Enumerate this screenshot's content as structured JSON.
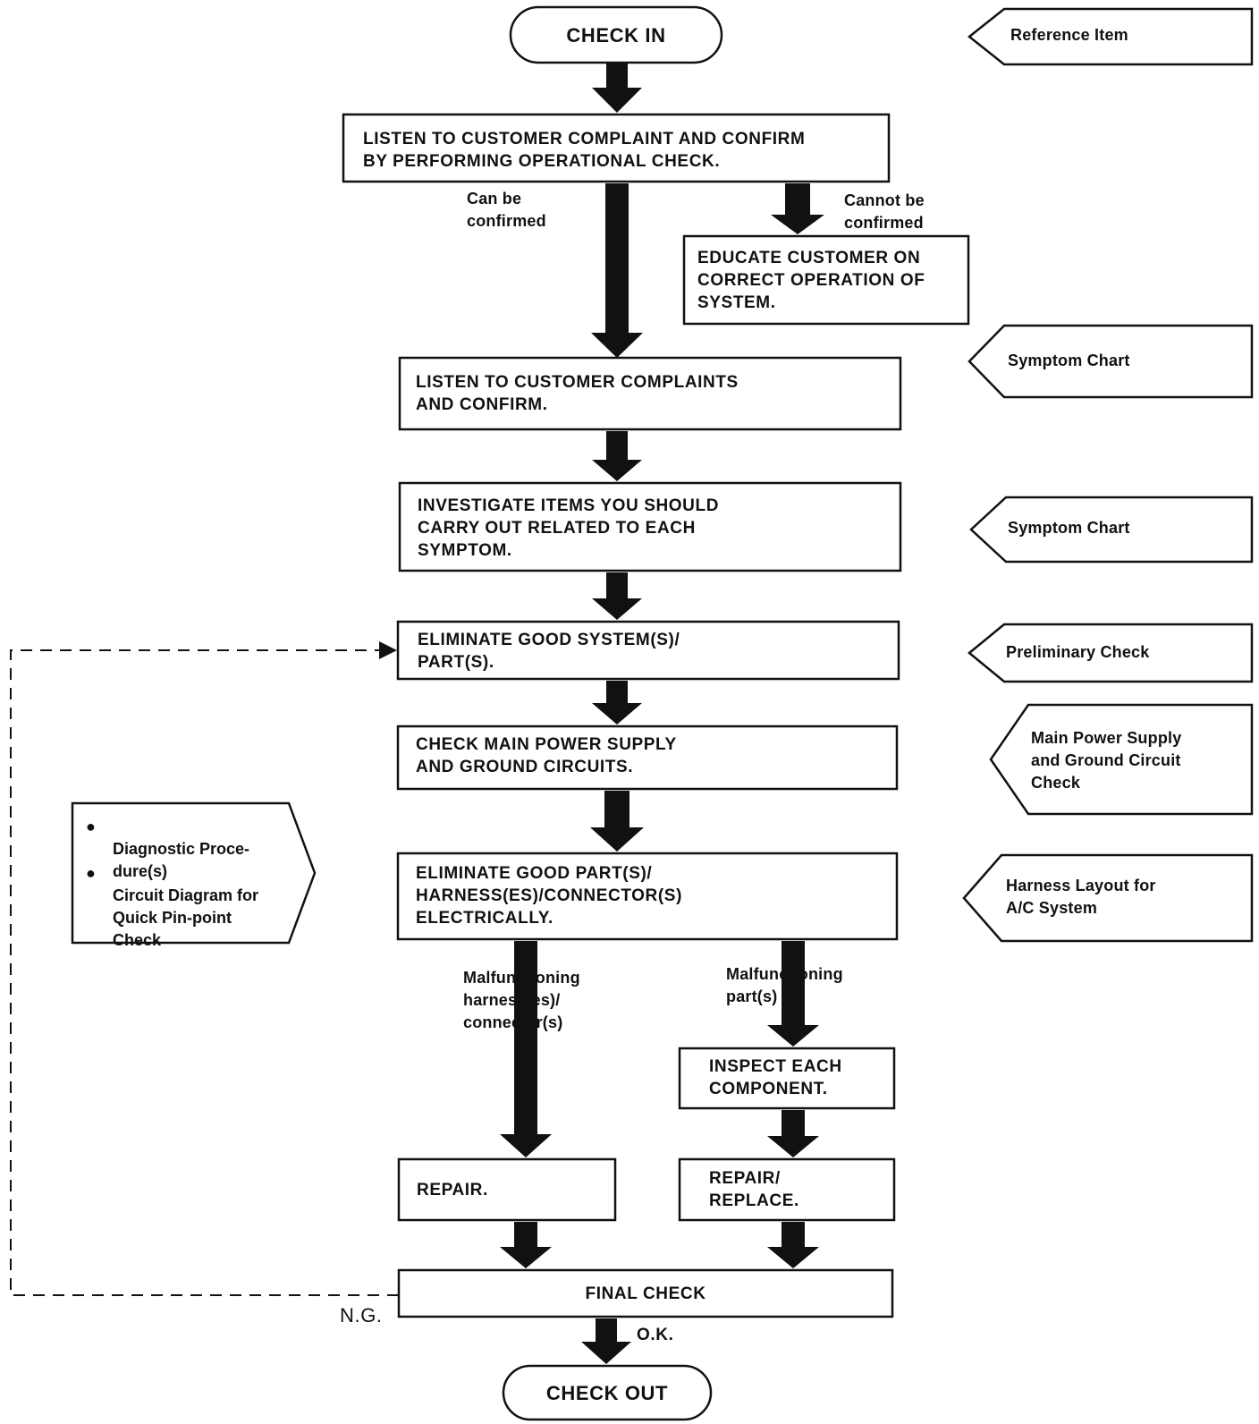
{
  "steps": {
    "check_in": "CHECK IN",
    "listen_confirm": "LISTEN TO CUSTOMER COMPLAINT AND CONFIRM\nBY PERFORMING OPERATIONAL CHECK.",
    "educate": "EDUCATE CUSTOMER ON\nCORRECT OPERATION OF\nSYSTEM.",
    "listen_confirm_2": "LISTEN TO CUSTOMER COMPLAINTS\nAND CONFIRM.",
    "investigate": "INVESTIGATE ITEMS YOU SHOULD\nCARRY OUT RELATED TO EACH\nSYMPTOM.",
    "eliminate_system": "ELIMINATE GOOD SYSTEM(S)/\nPART(S).",
    "check_power": "CHECK MAIN POWER SUPPLY\nAND GROUND CIRCUITS.",
    "eliminate_parts": "ELIMINATE GOOD PART(S)/\nHARNESS(ES)/CONNECTOR(S)\nELECTRICALLY.",
    "inspect": "INSPECT EACH\nCOMPONENT.",
    "repair": "REPAIR.",
    "repair_replace": "REPAIR/\nREPLACE.",
    "final_check": "FINAL CHECK",
    "check_out": "CHECK OUT"
  },
  "branch_labels": {
    "can_confirm": "Can be\nconfirmed",
    "cannot_confirm": "Cannot be\nconfirmed",
    "malf_harness": "Malfunctioning\nharness(es)/\nconnector(s)",
    "malf_part": "Malfunctioning\npart(s)",
    "ng": "N.G.",
    "ok": "O.K."
  },
  "references": {
    "reference_item": "Reference Item",
    "symptom_chart_1": "Symptom Chart",
    "symptom_chart_2": "Symptom Chart",
    "preliminary_check": "Preliminary Check",
    "main_power": "Main Power Supply\nand Ground Circuit\nCheck",
    "harness_layout": "Harness Layout for\nA/C System"
  },
  "diagnostic_box": {
    "item1": "Diagnostic Proce-\ndure(s)",
    "item2": "Circuit Diagram for\nQuick Pin-point\nCheck"
  }
}
